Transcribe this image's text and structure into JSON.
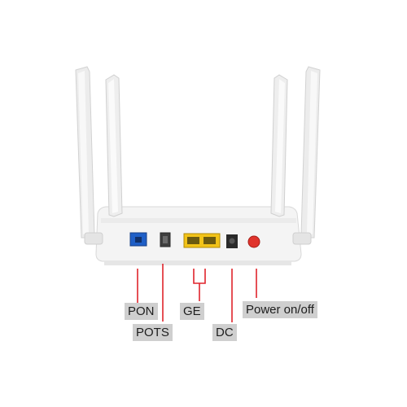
{
  "ports": [
    {
      "id": "pon",
      "label": "PON",
      "color": "#1f5fc7"
    },
    {
      "id": "pots",
      "label": "POTS",
      "color": "#4a4a4a"
    },
    {
      "id": "ge",
      "label": "GE",
      "color": "#f2c318"
    },
    {
      "id": "dc",
      "label": "DC",
      "color": "#2a2a2a"
    },
    {
      "id": "power",
      "label": "Power on/off",
      "color": "#e0342c"
    }
  ],
  "colors": {
    "callout": "#e0242c",
    "label_bg": "#cfcfcf",
    "device_body": "#f4f4f4"
  }
}
